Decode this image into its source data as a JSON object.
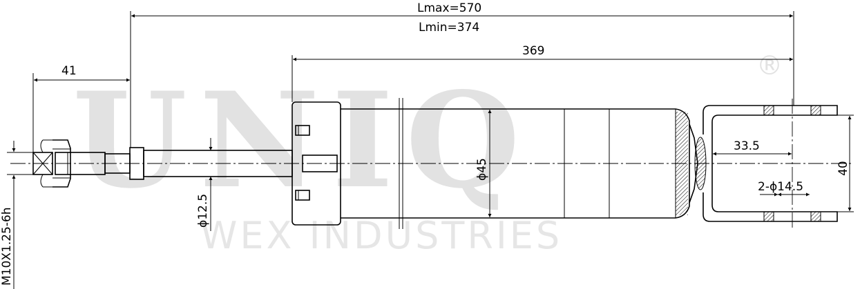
{
  "watermark": {
    "brand": "UNIQ",
    "registered": "®",
    "company": "WEX INDUSTRIES"
  },
  "dimensions": {
    "length_max": "Lmax=570",
    "length_min": "Lmin=374",
    "body_length": "369",
    "stud_length": "41",
    "body_diameter": "ϕ45",
    "rod_diameter": "ϕ12.5",
    "thread": "M10X1.25-6h",
    "fork_offset": "33.5",
    "fork_width": "40",
    "fork_holes": "2-ϕ14.5"
  }
}
